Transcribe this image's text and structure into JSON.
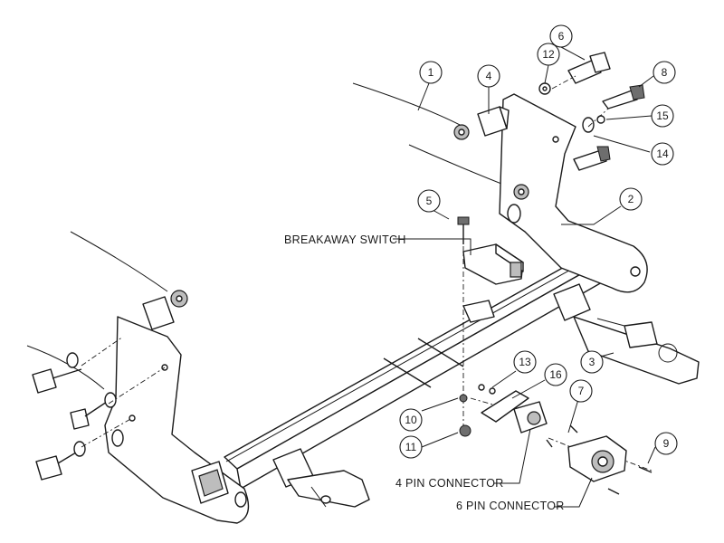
{
  "callouts": [
    {
      "id": "1",
      "text": "1"
    },
    {
      "id": "2",
      "text": "2"
    },
    {
      "id": "3",
      "text": "3"
    },
    {
      "id": "4",
      "text": "4"
    },
    {
      "id": "5",
      "text": "5"
    },
    {
      "id": "6",
      "text": "6"
    },
    {
      "id": "7",
      "text": "7"
    },
    {
      "id": "8",
      "text": "8"
    },
    {
      "id": "9",
      "text": "9"
    },
    {
      "id": "10",
      "text": "10"
    },
    {
      "id": "11",
      "text": "11"
    },
    {
      "id": "12",
      "text": "12"
    },
    {
      "id": "13",
      "text": "13"
    },
    {
      "id": "14",
      "text": "14"
    },
    {
      "id": "15",
      "text": "15"
    },
    {
      "id": "16",
      "text": "16"
    }
  ],
  "labels": {
    "breakaway_switch": "BREAKAWAY SWITCH",
    "four_pin_connector": "4 PIN CONNECTOR",
    "six_pin_connector": "6 PIN CONNECTOR"
  }
}
